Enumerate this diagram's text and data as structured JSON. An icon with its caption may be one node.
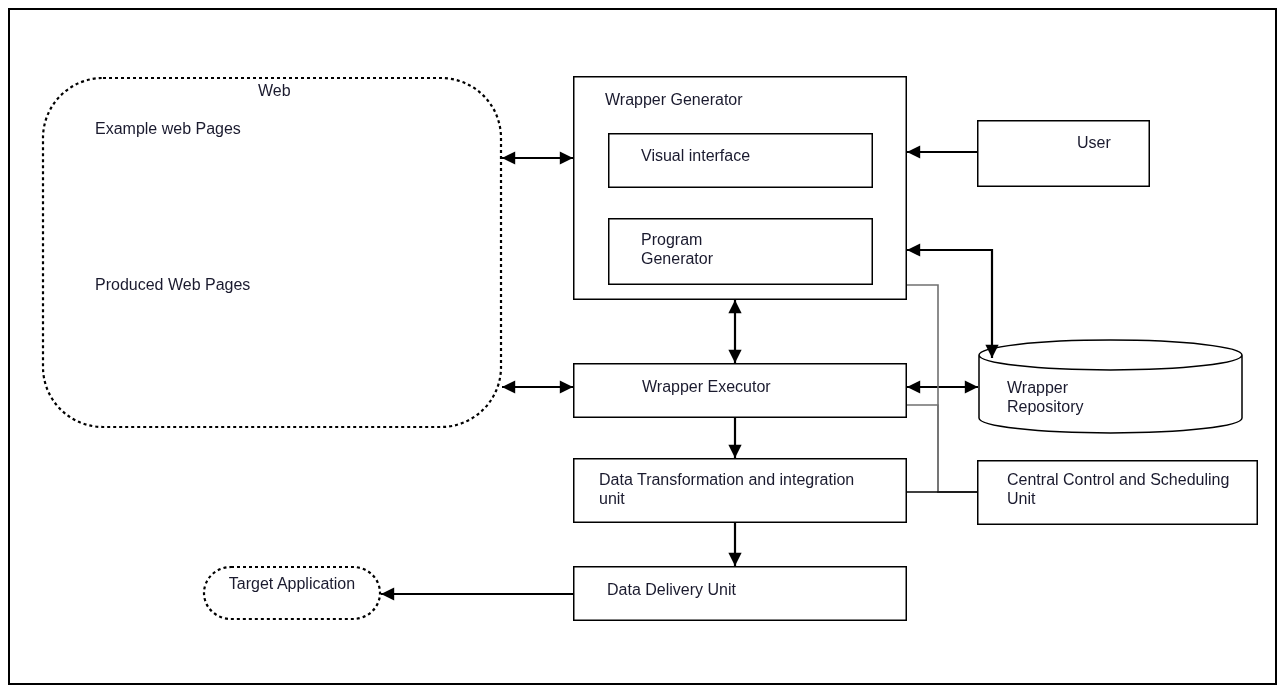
{
  "diagram": {
    "nodes": [
      {
        "text": [
          "Web",
          "Example web Pages",
          "Produced Web Pages"
        ]
      },
      {
        "text": [
          "Wrapper Generator"
        ]
      },
      {
        "text": [
          "Visual interface"
        ],
        "in": 1
      },
      {
        "text": [
          "Program Generator"
        ],
        "in": 1
      },
      {
        "text": [
          "User"
        ]
      },
      {
        "text": [
          "Wrapper Executor"
        ]
      },
      {
        "text": [
          "Wrapper Repository"
        ]
      },
      {
        "text": [
          "Data Transformation and integration unit"
        ]
      },
      {
        "text": [
          "Central Control and Scheduling Unit"
        ]
      },
      {
        "text": [
          "Data Delivery Unit"
        ]
      },
      {
        "text": [
          "Target Application"
        ]
      }
    ],
    "edges": [
      {
        "from": 0,
        "to": 1,
        "arrow": "both"
      },
      {
        "from": 4,
        "to": 1,
        "arrow": "to"
      },
      {
        "from": 1,
        "to": 6,
        "arrow": "both"
      },
      {
        "from": 1,
        "to": 5,
        "arrow": "both"
      },
      {
        "from": 0,
        "to": 5,
        "arrow": "both"
      },
      {
        "from": 5,
        "to": 6,
        "arrow": "both"
      },
      {
        "from": 5,
        "to": 7,
        "arrow": "to"
      },
      {
        "from": 7,
        "to": 9,
        "arrow": "to"
      },
      {
        "from": 9,
        "to": 10,
        "arrow": "to"
      },
      {
        "from": 8,
        "to": 1,
        "arrow": "none",
        "color": "#707070"
      },
      {
        "from": 8,
        "to": 5,
        "arrow": "none",
        "color": "#707070"
      },
      {
        "from": 8,
        "to": 7,
        "arrow": "none"
      }
    ]
  }
}
